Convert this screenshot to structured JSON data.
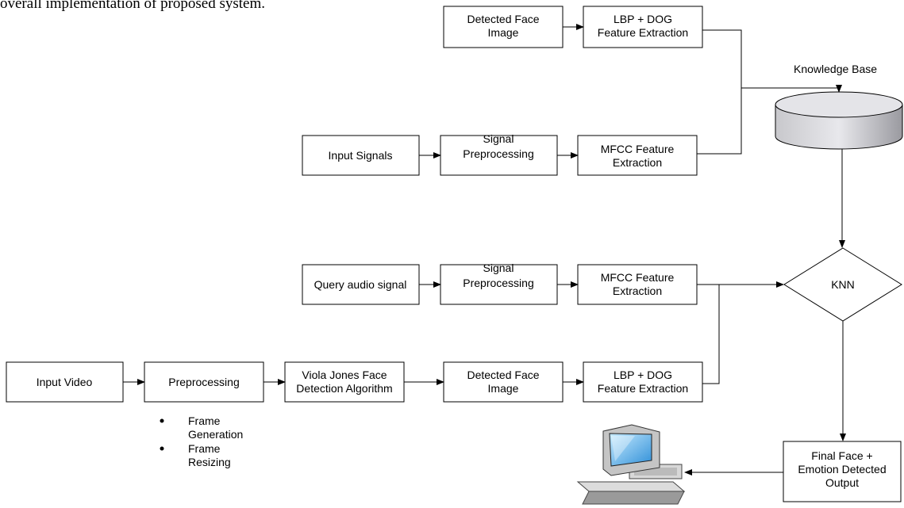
{
  "caption": "overall implementation of proposed system.",
  "knowledge_base_label": "Knowledge Base",
  "blocks": {
    "face_train_detected": [
      "Detected Face",
      "Image"
    ],
    "face_train_lbp": [
      "LBP + DOG",
      "Feature Extraction"
    ],
    "input_signals": [
      "Input Signals"
    ],
    "signal_preproc_train": [
      "Signal",
      "Preprocessing"
    ],
    "mfcc_train": [
      "MFCC Feature",
      "Extraction"
    ],
    "query_audio": [
      "Query audio signal"
    ],
    "signal_preproc_query": [
      "Signal",
      "Preprocessing"
    ],
    "mfcc_query": [
      "MFCC Feature",
      "Extraction"
    ],
    "input_video": [
      "Input Video"
    ],
    "preprocessing": [
      "Preprocessing"
    ],
    "viola_jones": [
      "Viola Jones Face",
      "Detection Algorithm"
    ],
    "detected_face_query": [
      "Detected Face",
      "Image"
    ],
    "lbp_query": [
      "LBP + DOG",
      "Feature Extraction"
    ],
    "knn": [
      "KNN"
    ],
    "final_output": [
      "Final Face +",
      "Emotion Detected",
      "Output"
    ]
  },
  "preprocessing_steps": [
    [
      "Frame",
      "Generation"
    ],
    [
      "Frame",
      "Resizing"
    ]
  ]
}
